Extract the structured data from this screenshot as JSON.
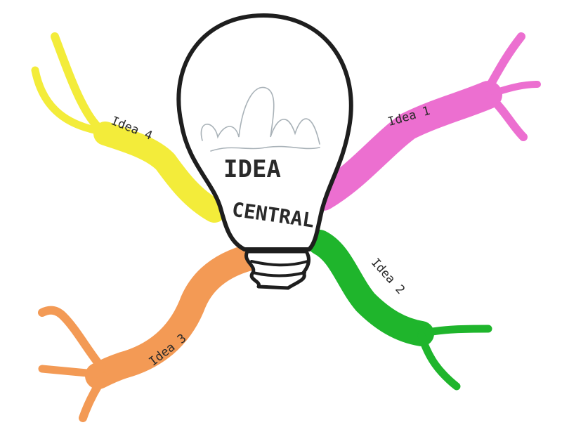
{
  "center": {
    "line1": "IDEA",
    "line2": "CENTRAL"
  },
  "branches": [
    {
      "id": "idea-1",
      "label": "Idea 1",
      "color": "#ec6fd0"
    },
    {
      "id": "idea-2",
      "label": "Idea 2",
      "color": "#1fb52c"
    },
    {
      "id": "idea-3",
      "label": "Idea 3",
      "color": "#f39a55"
    },
    {
      "id": "idea-4",
      "label": "Idea 4",
      "color": "#f3ec3a"
    }
  ],
  "colors": {
    "outline": "#1e1e1e",
    "filament": "#a9b2b8"
  }
}
